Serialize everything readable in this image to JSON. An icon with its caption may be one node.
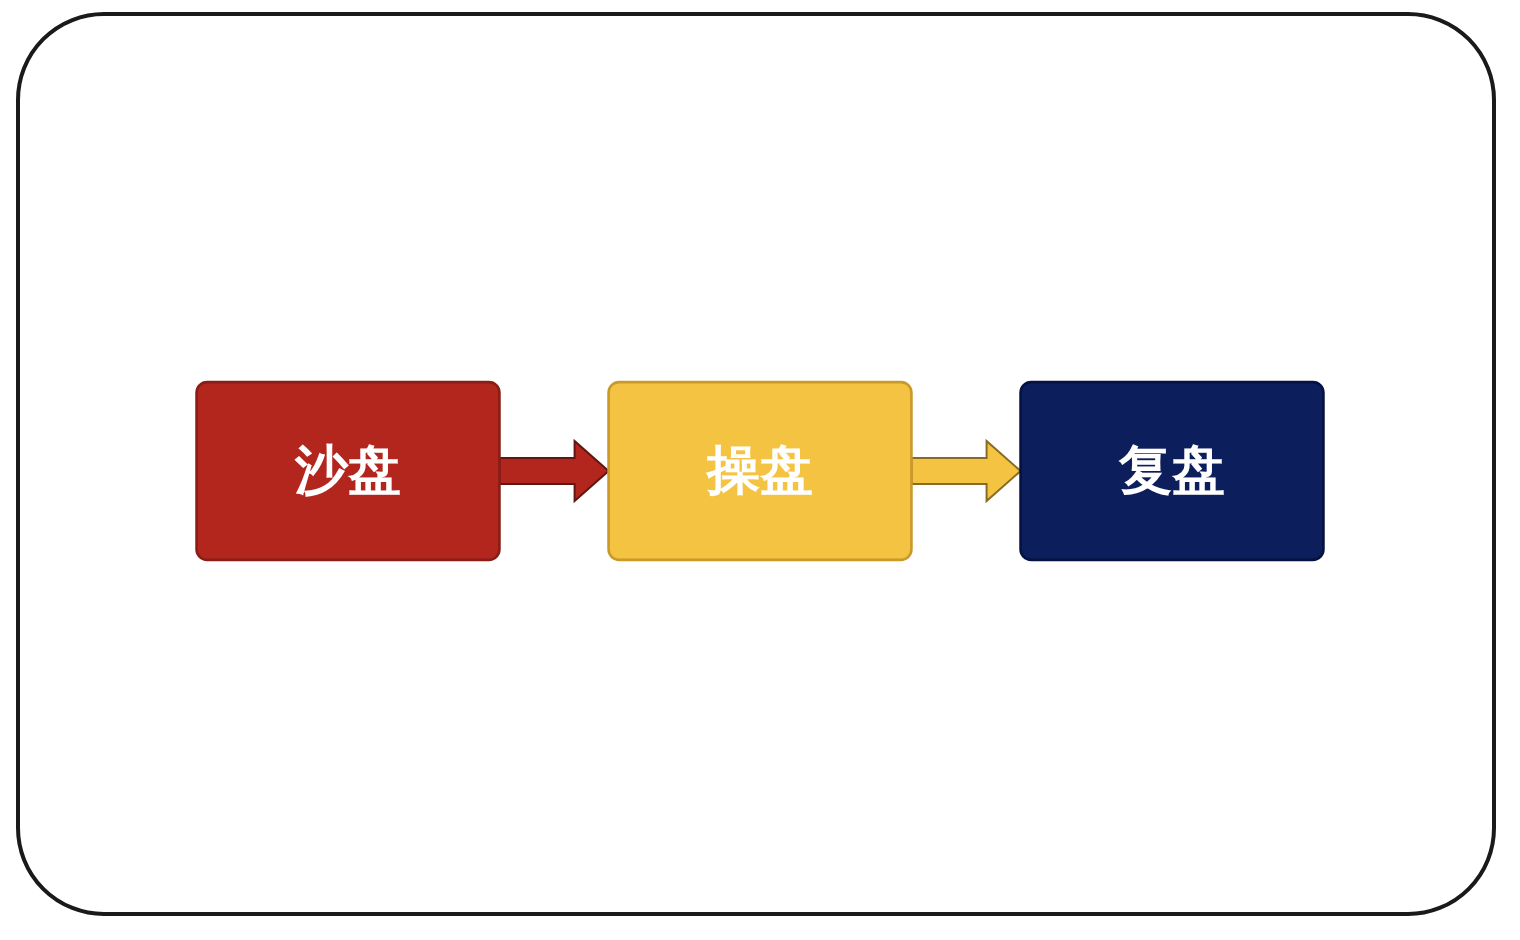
{
  "diagram": {
    "nodes": [
      {
        "text": [
          "沙盘"
        ]
      },
      {
        "text": [
          "操盘"
        ]
      },
      {
        "text": [
          "复盘"
        ]
      }
    ],
    "edges": [
      {
        "from": 0,
        "to": 1,
        "arrow": "to",
        "color": "#b3261e"
      },
      {
        "from": 1,
        "to": 2,
        "arrow": "to",
        "color": "#f5c342"
      }
    ]
  }
}
